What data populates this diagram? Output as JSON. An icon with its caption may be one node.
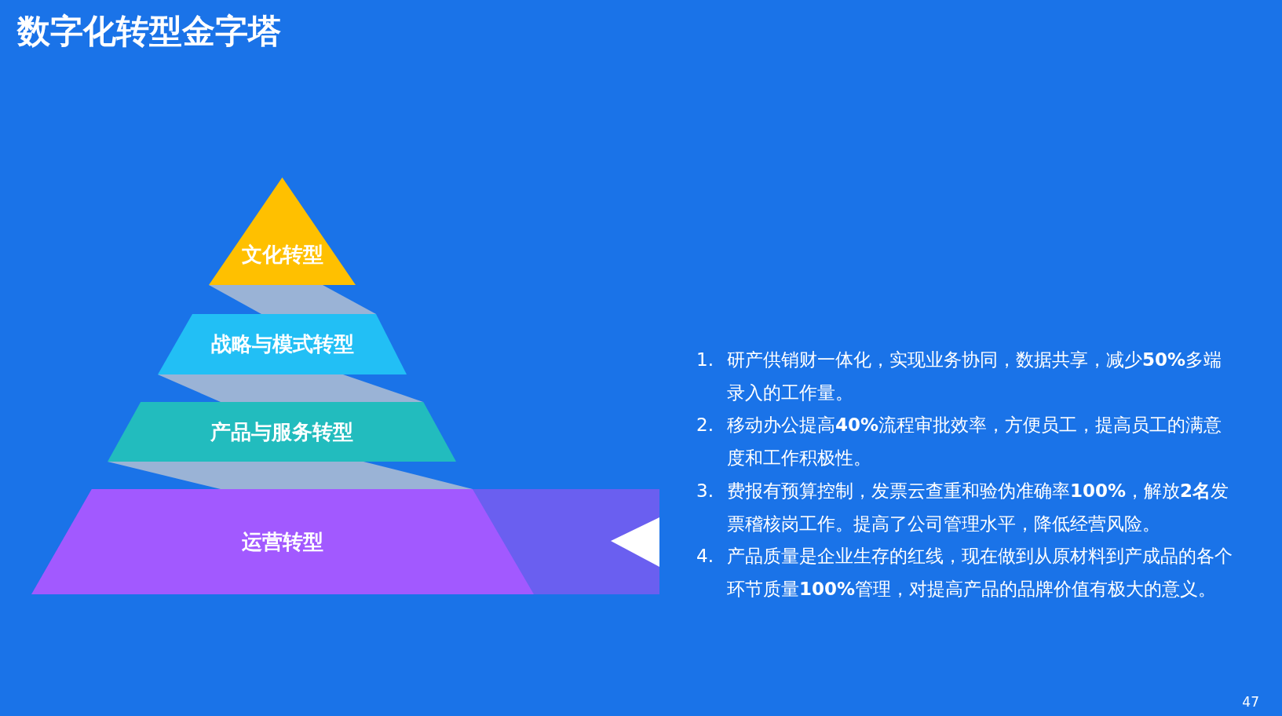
{
  "diagram": {
    "title": "数字化转型金字塔",
    "nodes": [
      {
        "text": [
          "文化转型"
        ]
      },
      {
        "text": [
          "战略与模式转型"
        ]
      },
      {
        "text": [
          "产品与服务转型"
        ]
      },
      {
        "text": [
          "运营转型"
        ]
      }
    ],
    "labels": [
      "1.",
      " 研产供销财一体化，实现业务协同，数据共享，减少**50%**多端录入的工作量。",
      "2.",
      "移动办公提高**40%**流程审批效率，方便员工，提高员工的满意度和工作积极性。",
      "3.",
      "费报有预算控制，发票云查重和验伪准确率**100%**，解放**2名**发票稽核岗工作。提高了公司管理水平，降低经营风险。",
      "4.",
      "产品质量是企业生存的红线，现在做到从原材料到产成品的各个环节质量**100%**管理，对提高产品的品牌价值有极大的意义。",
      "47"
    ]
  }
}
